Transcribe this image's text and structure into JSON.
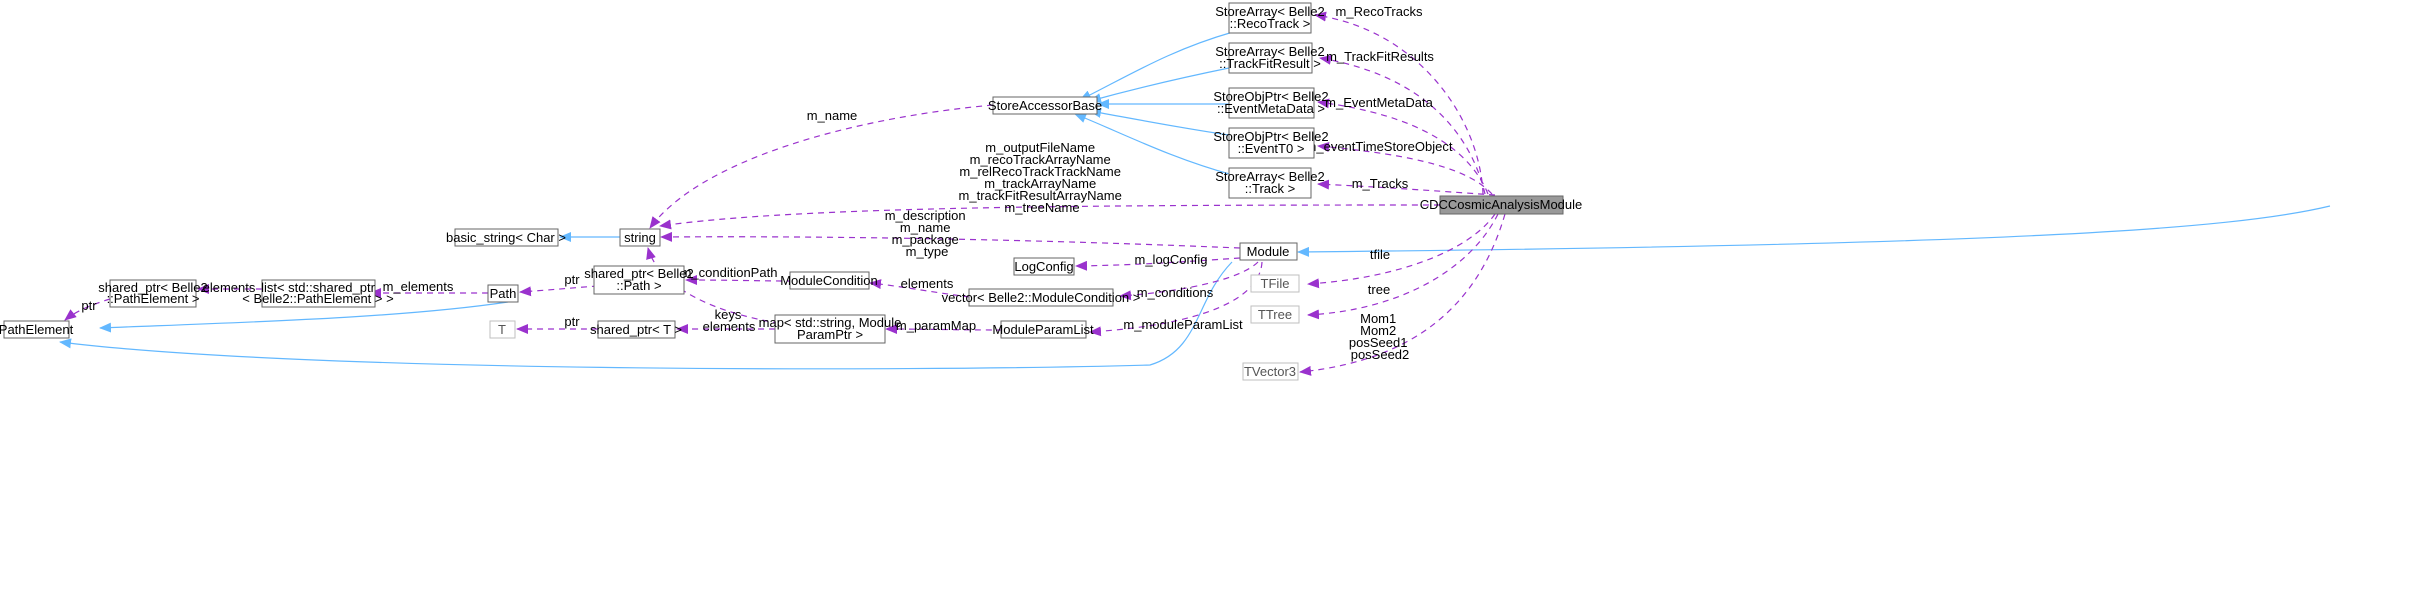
{
  "diagram": {
    "colors": {
      "inheritance": "#63b8ff",
      "membership": "#9a32cd",
      "focus_fill": "#999999",
      "node_border": "#666666",
      "grey_border": "#bfbfbf"
    },
    "nodes": {
      "reco_track_array": [
        "StoreArray< Belle2",
        "::RecoTrack >"
      ],
      "track_fit_result_array": [
        "StoreArray< Belle2",
        "::TrackFitResult >"
      ],
      "event_meta_data_ptr": [
        "StoreObjPtr< Belle2",
        "::EventMetaData >"
      ],
      "event_t0_ptr": [
        "StoreObjPtr< Belle2",
        "::EventT0 >"
      ],
      "track_array": [
        "StoreArray< Belle2",
        "::Track >"
      ],
      "store_accessor_base": [
        "StoreAccessorBase"
      ],
      "cdc_cosmic_analysis_module": [
        "CDCCosmicAnalysisModule"
      ],
      "string": [
        "string"
      ],
      "basic_string_char": [
        "basic_string< Char >"
      ],
      "module": [
        "Module"
      ],
      "log_config": [
        "LogConfig"
      ],
      "tfile": [
        "TFile"
      ],
      "ttree": [
        "TTree"
      ],
      "tvector3": [
        "TVector3"
      ],
      "shared_ptr_path": [
        "shared_ptr< Belle2",
        "::Path >"
      ],
      "module_condition": [
        "ModuleCondition"
      ],
      "vector_module_condition": [
        "vector< Belle2::ModuleCondition >"
      ],
      "shared_ptr_path_element": [
        "shared_ptr< Belle2",
        "::PathElement >"
      ],
      "list_shared_ptr_path_element": [
        "list< std::shared_ptr",
        "< Belle2::PathElement > >"
      ],
      "path": [
        "Path"
      ],
      "path_element": [
        "PathElement"
      ],
      "t": [
        "T"
      ],
      "shared_ptr_t": [
        "shared_ptr< T >"
      ],
      "map_module_param_ptr": [
        "map< std::string, Module",
        "ParamPtr >"
      ],
      "module_param_list": [
        "ModuleParamList"
      ]
    },
    "edge_labels": {
      "m_reco_tracks": [
        "m_RecoTracks"
      ],
      "m_track_fit_results": [
        "m_TrackFitResults"
      ],
      "m_event_meta_data": [
        "m_EventMetaData"
      ],
      "m_event_time_store_object": [
        "m_eventTimeStoreObject"
      ],
      "m_tracks": [
        "m_Tracks"
      ],
      "m_name": [
        "m_name"
      ],
      "module_strings": [
        "m_outputFileName",
        "m_recoTrackArrayName",
        "m_relRecoTrackTrackName",
        "m_trackArrayName",
        "m_trackFitResultArrayName",
        "m_treeName"
      ],
      "module_base_strings": [
        "m_description",
        "m_name",
        "m_package",
        "m_type"
      ],
      "m_log_config": [
        "m_logConfig"
      ],
      "m_conditions": [
        "m_conditions"
      ],
      "m_module_param_list": [
        "m_moduleParamList"
      ],
      "tfile": [
        "tfile"
      ],
      "tree": [
        "tree"
      ],
      "vectors": [
        "Mom1",
        "Mom2",
        "posSeed1",
        "posSeed2"
      ],
      "m_condition_path": [
        "m_conditionPath"
      ],
      "elements_conditions": [
        "elements"
      ],
      "ptr_path": [
        "ptr"
      ],
      "keys": [
        "keys"
      ],
      "m_elements": [
        "m_elements"
      ],
      "elements_list": [
        "elements"
      ],
      "ptr_path_element": [
        "ptr"
      ],
      "ptr_t": [
        "ptr"
      ],
      "elements_map": [
        "elements"
      ],
      "m_param_map": [
        "m_paramMap"
      ]
    }
  }
}
